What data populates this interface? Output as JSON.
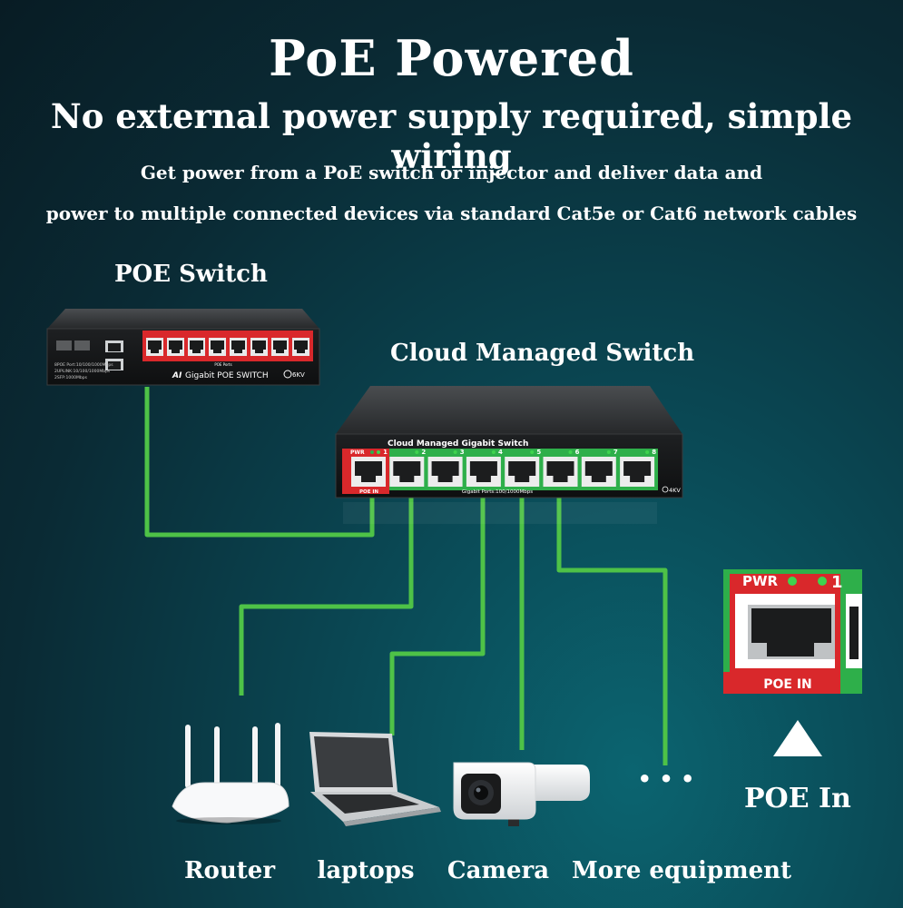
{
  "header": {
    "title": "PoE Powered",
    "subtitle": "No external power supply required, simple wiring",
    "description_line1": "Get power from a PoE switch or injector and deliver data and",
    "description_line2": "power to multiple connected devices via standard Cat5e or Cat6 network cables"
  },
  "poe_switch": {
    "label": "POE Switch",
    "front_text": "Gigabit POE SWITCH",
    "badge": "AI",
    "surge": "6KV",
    "ports_label": "POE Ports",
    "side_line1": "8POE Port:10/100/1000Mbps",
    "side_line2": "2UPLINK:10/100/1000Mbps",
    "side_line3": "2SFP:1000Mbps"
  },
  "cloud_switch": {
    "label": "Cloud Managed Switch",
    "top_text": "Cloud Managed Gigabit Switch",
    "pwr": "PWR",
    "ports": [
      "1",
      "2",
      "3",
      "4",
      "5",
      "6",
      "7",
      "8"
    ],
    "poe_in": "POE IN",
    "bottom_text": "Gigabit Ports:100/1000Mbps",
    "surge": "4KV"
  },
  "poe_in_detail": {
    "pwr": "PWR",
    "port": "1",
    "poe_in": "POE IN",
    "caption": "POE In"
  },
  "devices": {
    "router": "Router",
    "laptops": "laptops",
    "camera": "Camera",
    "more": "More equipment",
    "more_dots": "• • •"
  },
  "colors": {
    "cable": "#4ec247",
    "poe_red": "#d9282b",
    "green_panel": "#2eaf4a"
  }
}
